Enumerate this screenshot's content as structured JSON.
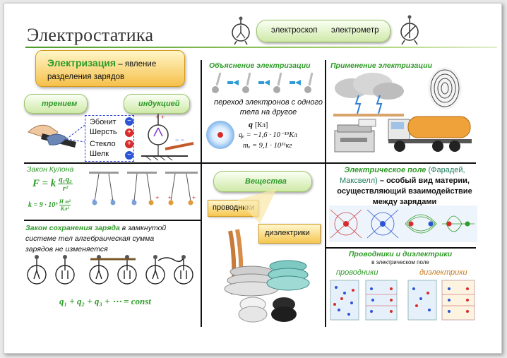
{
  "header": {
    "title": "Электростатика",
    "devices_pill": {
      "electroscope": "электроскоп",
      "electrometer": "электрометр"
    }
  },
  "electrification": {
    "title": "Электризация",
    "definition": " – явление разделения зарядов",
    "friction": "трением",
    "induction": "индукцией",
    "materials": [
      "Эбонит",
      "Шерсть",
      "Стекло",
      "Шелк"
    ],
    "signs": [
      "−",
      "+",
      "+",
      "−"
    ]
  },
  "explanation": {
    "title": "Объяснение электризации",
    "text": "переход электронов с одного тела на другое",
    "charge_symbol": "q",
    "charge_unit": "[Кл]",
    "electron_charge": "qₑ = −1,6 · 10⁻¹⁹Кл",
    "electron_mass": "mₑ = 9,1 · 10³¹кг"
  },
  "application": {
    "title": "Применение электризации"
  },
  "coulomb": {
    "title": "Закон Кулона",
    "formula_lhs": "F = k",
    "formula_num": "q₁q₂",
    "formula_den": "r²",
    "k_lhs": "k = 9 · 10⁹",
    "k_num": "Н м²",
    "k_den": "Кл²",
    "ball_signs": [
      "−",
      "−",
      "−",
      "+",
      "+",
      "+"
    ]
  },
  "substances": {
    "title": "Вещества",
    "conductors": "проводники",
    "dielectrics": "диэлектрики"
  },
  "field": {
    "title": "Электрическое поле",
    "scientists": " (Фарадей, Максвелл)",
    "definition": " – особый вид материи, осуществляющий взаимодействие между зарядами"
  },
  "conservation": {
    "title": "Закон сохранения заряда",
    "text_a": " в замкнутой",
    "text_b": "системе тел алгебраическая сумма",
    "text_c": "зарядов не изменяется",
    "formula": "q₁ + q₂ + q₃ + ⋯ = const"
  },
  "conductors_dielectrics": {
    "title": "Проводники и диэлектрики",
    "subtitle": "в электрическом поле",
    "conductors": "проводники",
    "dielectrics": "диэлектрики"
  },
  "colors": {
    "accent_green": "#2f9b28",
    "title_orange": "#f5c04a",
    "line_green": "#4c9a2a"
  }
}
